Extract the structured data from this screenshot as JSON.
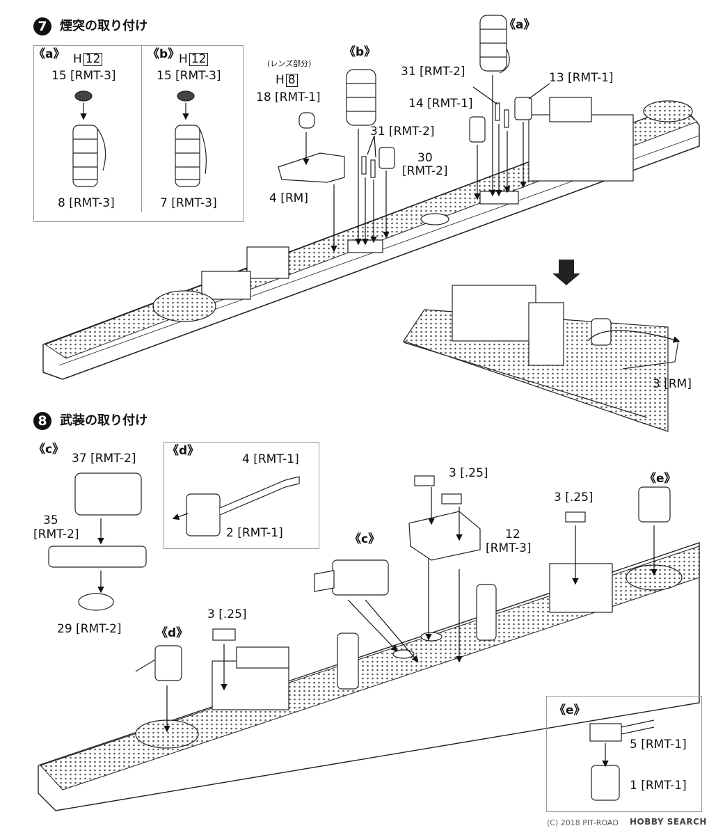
{
  "step7": {
    "number": "7",
    "title": "煙突の取り付け",
    "panel_a": {
      "tag": "《a》",
      "h_prefix": "H",
      "h_num": "12",
      "top_part": "15 [RMT-3]",
      "bottom_part": "8 [RMT-3]"
    },
    "panel_b": {
      "tag": "《b》",
      "h_prefix": "H",
      "h_num": "12",
      "top_part": "15 [RMT-3]",
      "bottom_part": "7 [RMT-3]"
    },
    "lens_note": "(レンズ部分)",
    "lens_h_prefix": "H",
    "lens_h_num": "8",
    "lens_part": "18 [RMT-1]",
    "mast_part": "4 [RM]",
    "callout_b": "《b》",
    "callout_a": "《a》",
    "part_31_b": "31 [RMT-2]",
    "part_30_num": "30",
    "part_30_code": "[RMT-2]",
    "part_31_a": "31 [RMT-2]",
    "part_14": "14 [RMT-1]",
    "part_13": "13 [RMT-1]",
    "part_3rm": "3 [RM]"
  },
  "step8": {
    "number": "8",
    "title": "武装の取り付け",
    "panel_c": {
      "tag": "《c》",
      "part_37": "37 [RMT-2]",
      "part_35_num": "35",
      "part_35_code": "[RMT-2]",
      "part_29": "29 [RMT-2]"
    },
    "panel_d": {
      "tag": "《d》",
      "part_4": "4 [RMT-1]",
      "part_2": "2 [RMT-1]"
    },
    "panel_e": {
      "tag": "《e》",
      "part_5": "5 [RMT-1]",
      "part_1": "1 [RMT-1]"
    },
    "label_25_top": "3 [.25]",
    "label_25_mid": "3 [.25]",
    "label_25_left": "3 [.25]",
    "part_12_num": "12",
    "part_12_code": "[RMT-3]",
    "callout_c": "《c》",
    "callout_d": "《d》",
    "callout_e": "《e》"
  },
  "footer": {
    "copyright": "(C) 2018 PIT-ROAD",
    "logo": "HOBBY SEARCH"
  }
}
